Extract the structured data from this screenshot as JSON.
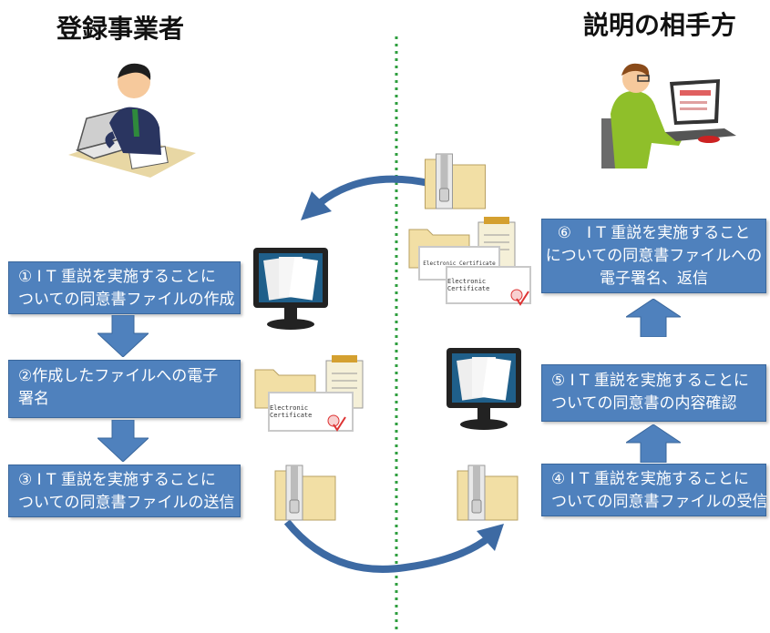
{
  "left": {
    "heading": "登録事業者"
  },
  "right": {
    "heading": "説明の相手方"
  },
  "steps": [
    {
      "line1": "① I T 重説を実施することに",
      "line2": "ついての同意書ファイルの作成"
    },
    {
      "line1": "②作成したファイルへの電子",
      "line2": "署名"
    },
    {
      "line1": "③ I T 重説を実施することに",
      "line2": "ついての同意書ファイルの送信"
    },
    {
      "line1": "④ I T 重説を実施することに",
      "line2": "ついての同意書ファイルの受信"
    },
    {
      "line1": "⑤ I T 重説を実施することに",
      "line2": "ついての同意書の内容確認"
    },
    {
      "line1": "⑥　I T 重説を実施すること",
      "line2": "についての同意書ファイルへの",
      "line3": "電子署名、返信"
    }
  ],
  "certificate": {
    "label": "Electronic Certificate"
  },
  "colors": {
    "box": "#4f81bd",
    "arrow": "#4f81bd",
    "divider": "#2e9e3e"
  }
}
